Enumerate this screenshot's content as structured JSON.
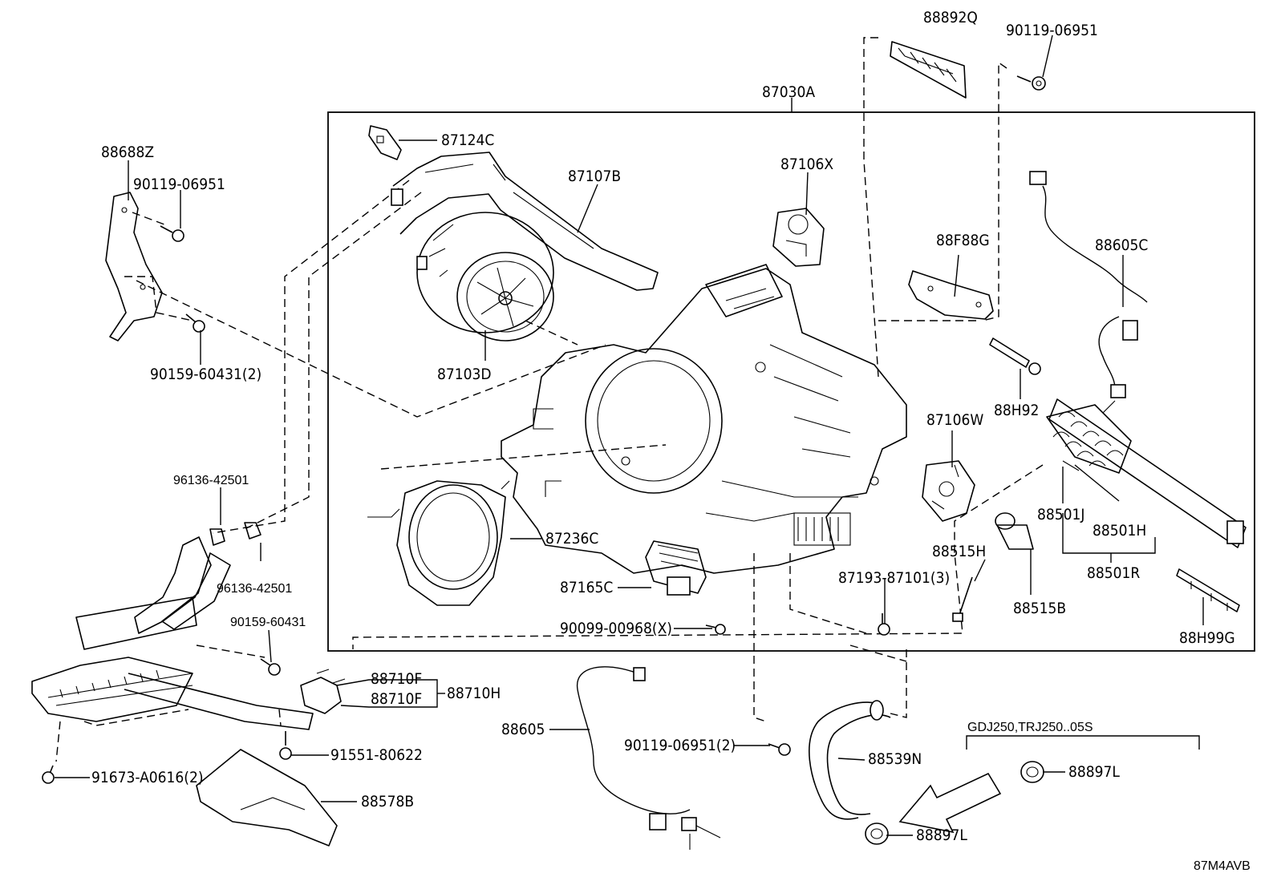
{
  "diagram_id": "87M4AVB",
  "assembly_label": "87030A",
  "variant_note": "GDJ250,TRJ250..05S",
  "labels": {
    "l88892Q": "88892Q",
    "l90119_top": "90119-06951",
    "l88688Z": "88688Z",
    "l90119_left": "90119-06951",
    "l90159_2": "90159-60431(2)",
    "l87124C": "87124C",
    "l87107B": "87107B",
    "l87106X": "87106X",
    "l87103D": "87103D",
    "l88F88G": "88F88G",
    "l88605C": "88605C",
    "l88H92": "88H92",
    "l87106W": "87106W",
    "l96136a": "96136-42501",
    "l96136b": "96136-42501",
    "l87236C": "87236C",
    "l87165C": "87165C",
    "l88501J": "88501J",
    "l88501H": "88501H",
    "l88501R": "88501R",
    "l88515H": "88515H",
    "l88515B": "88515B",
    "l87193": "87193-87101(3)",
    "l88H99G": "88H99G",
    "l90099": "90099-00968(X)",
    "l90159_1": "90159-60431",
    "l88710F_a": "88710F",
    "l88710F_b": "88710F",
    "l88710H": "88710H",
    "l88605": "88605",
    "l90119_2": "90119-06951(2)",
    "l88539N": "88539N",
    "l88897L_a": "88897L",
    "l88897L_b": "88897L",
    "l91551": "91551-80622",
    "l91673": "91673-A0616(2)",
    "l88578B": "88578B"
  }
}
